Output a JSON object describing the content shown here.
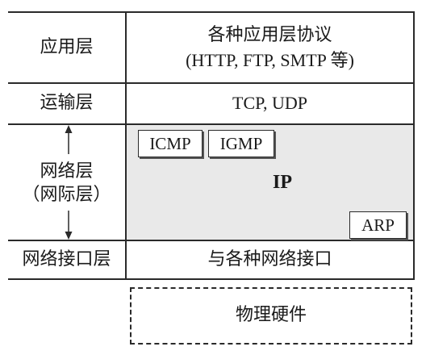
{
  "layers": [
    {
      "name": "应用层",
      "protocols": "各种应用层协议",
      "protocols_line2": "(HTTP, FTP, SMTP 等)"
    },
    {
      "name": "运输层",
      "protocols": "TCP, UDP"
    },
    {
      "name": "网络层",
      "name_line2": "（网际层）",
      "protocols": "IP",
      "sub_protocols": [
        "ICMP",
        "IGMP"
      ],
      "arp": "ARP"
    },
    {
      "name": "网络接口层",
      "protocols": "与各种网络接口"
    }
  ],
  "hardware": "物理硬件",
  "colors": {
    "network_fill": "#e9e9e9",
    "line": "#2a2a2a"
  }
}
